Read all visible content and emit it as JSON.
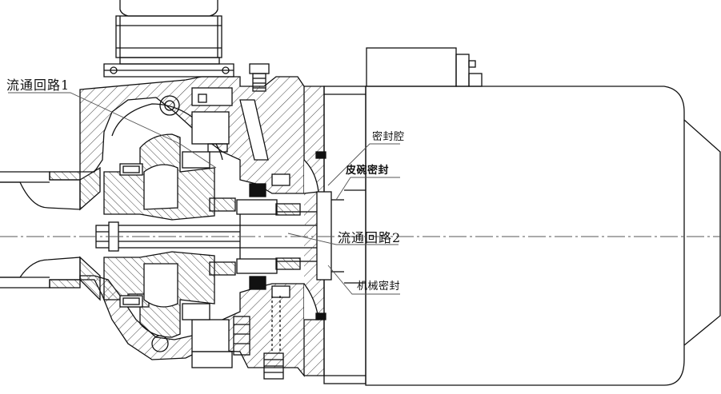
{
  "diagram": {
    "labels": {
      "flow_path_1": "流通回路1",
      "seal_chamber": "密封腔",
      "lip_seal": "皮碗密封",
      "flow_path_2": "流通回路2",
      "mechanical_seal": "机械密封"
    },
    "colors": {
      "line": "#111111",
      "hatch": "#444444",
      "leader": "#555555",
      "background": "#ffffff"
    }
  }
}
